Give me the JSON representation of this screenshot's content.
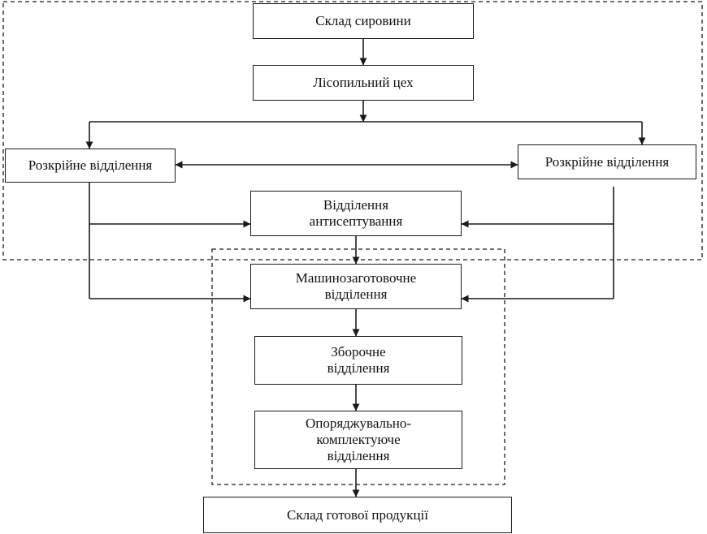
{
  "diagram": {
    "nodes": {
      "raw_warehouse": "Склад сировини",
      "sawmill": "Лісопильний цех",
      "cutting_left": "Розкрійне відділення",
      "cutting_right": "Розкрійне відділення",
      "antiseptic": "Відділення\nантисептування",
      "machining": "Машинозаготовочне\nвідділення",
      "assembly": "Зборочне\nвідділення",
      "finishing": "Опоряджувально-\nкомплектуюче\nвідділення",
      "finished_warehouse": "Склад готової продукції"
    },
    "colors": {
      "line": "#1a1a1a",
      "box_border": "#1a1a1a",
      "text": "#111111",
      "background": "#ffffff"
    }
  }
}
